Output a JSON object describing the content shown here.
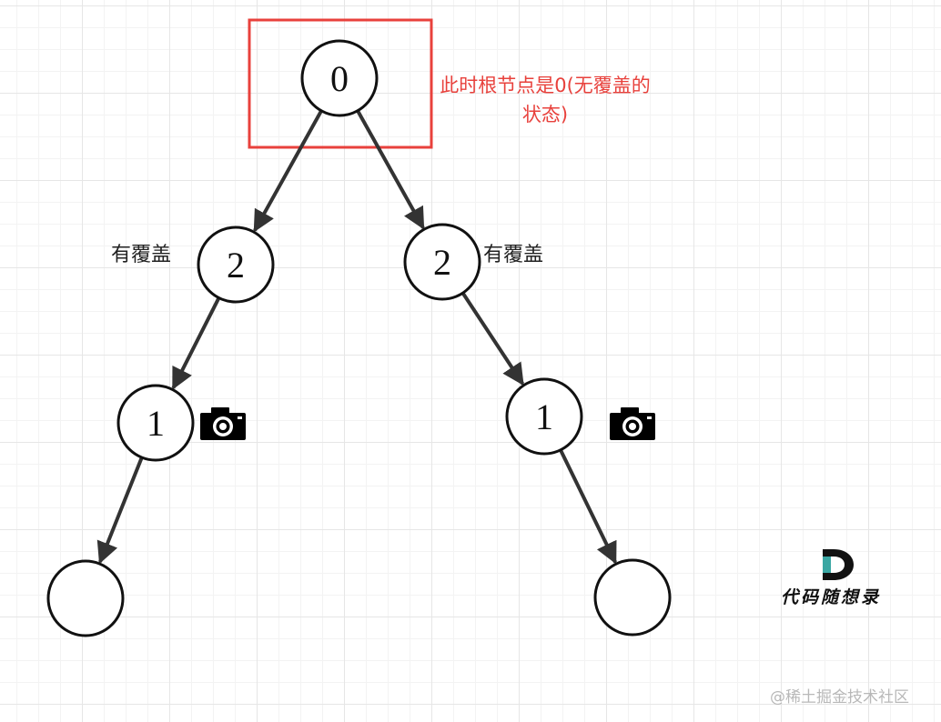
{
  "nodes": [
    {
      "id": "root",
      "label": "0"
    },
    {
      "id": "left-2",
      "label": "2"
    },
    {
      "id": "right-2",
      "label": "2"
    },
    {
      "id": "left-1",
      "label": "1"
    },
    {
      "id": "right-1",
      "label": "1"
    },
    {
      "id": "left-leaf",
      "label": ""
    },
    {
      "id": "right-leaf",
      "label": ""
    }
  ],
  "edges": [
    {
      "from": "root",
      "to": "left-2"
    },
    {
      "from": "root",
      "to": "right-2"
    },
    {
      "from": "left-2",
      "to": "left-1"
    },
    {
      "from": "right-2",
      "to": "right-1"
    },
    {
      "from": "left-1",
      "to": "left-leaf"
    },
    {
      "from": "right-1",
      "to": "right-leaf"
    }
  ],
  "annotations": {
    "root_note": "此时根节点是0(无覆盖的状态)",
    "left_covered": "有覆盖",
    "right_covered": "有覆盖"
  },
  "icons": [
    "camera-icon",
    "camera-icon"
  ],
  "colors": {
    "highlight": "#e8413c",
    "edge": "#333333",
    "logo_teal": "#3aa7a3"
  },
  "logo": {
    "text": "代码随想录"
  },
  "watermark": "@稀土掘金技术社区"
}
